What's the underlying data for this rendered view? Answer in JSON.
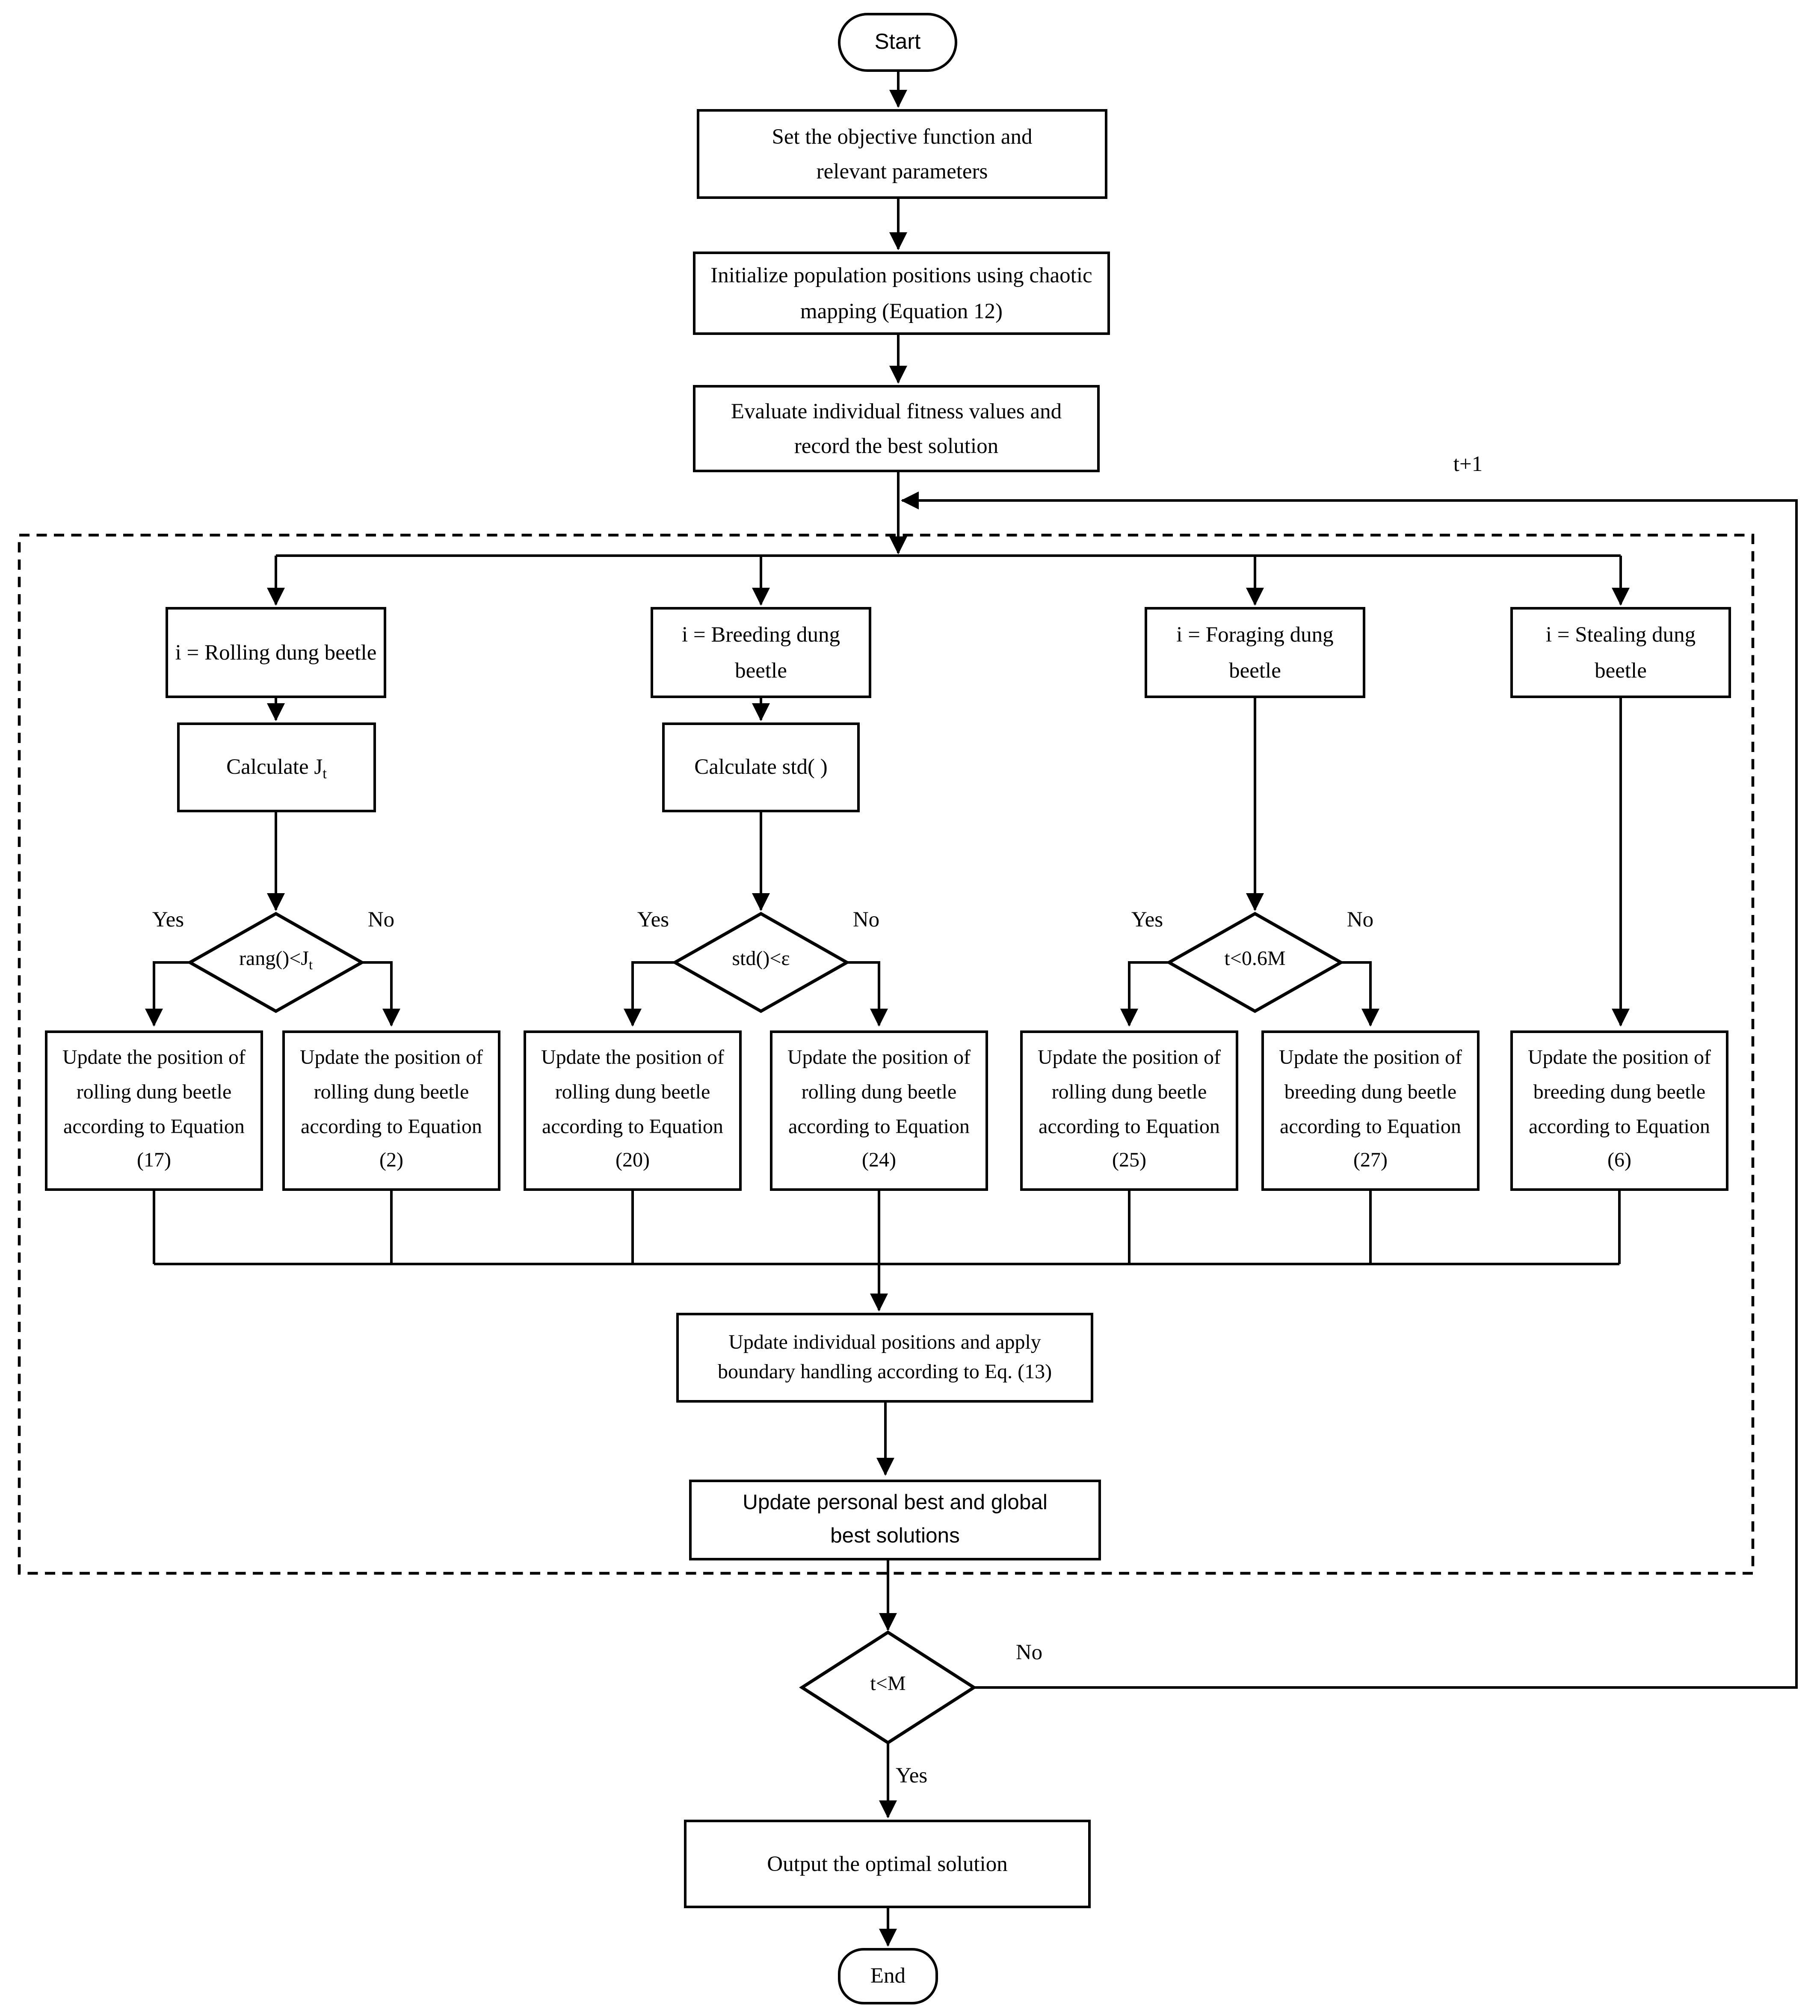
{
  "colors": {
    "background": "#ffffff",
    "line": "#000000"
  },
  "flowchart": {
    "start": "Start",
    "end": "End",
    "yes": "Yes",
    "no": "No",
    "loop_increment": "t+1",
    "final_condition": "t<M",
    "steps": {
      "set_objective": "Set the objective function and relevant parameters",
      "init_population": "Initialize population positions using chaotic mapping (Equation 12)",
      "evaluate_fitness": "Evaluate individual fitness values and record the best solution",
      "update_positions": "Update individual positions and apply boundary handling according to Eq. (13)",
      "update_best": "Update personal best and global best solutions",
      "output": "Output the optimal solution"
    },
    "branches": [
      {
        "header": "i = Rolling dung beetle",
        "calc_main": "Calculate J",
        "calc_sub": "t",
        "condition_main": "rang()<J",
        "condition_sub": "t",
        "yes_action": "Update the position of rolling dung beetle according to Equation (17)",
        "no_action": "Update the position of rolling dung beetle according to Equation (2)"
      },
      {
        "header": "i = Breeding dung beetle",
        "calc_main": "Calculate std( )",
        "condition_main": "std()<ε",
        "yes_action": "Update the position of rolling dung beetle according to Equation (20)",
        "no_action": "Update the position of rolling dung beetle according to Equation (24)"
      },
      {
        "header": "i = Foraging dung beetle",
        "condition_main": "t<0.6M",
        "yes_action": "Update the position of rolling dung beetle according to Equation (25)",
        "no_action": "Update the position of breeding dung beetle according to Equation (27)"
      },
      {
        "header": "i = Stealing dung beetle",
        "action": "Update the position of breeding dung beetle according to Equation (6)"
      }
    ]
  }
}
